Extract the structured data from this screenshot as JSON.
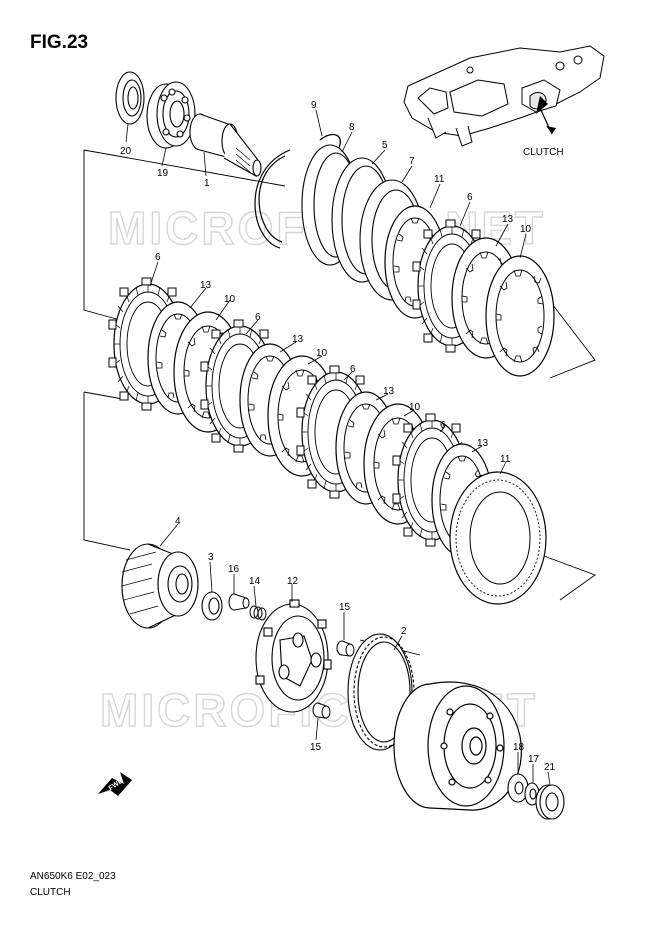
{
  "figure": {
    "title": "FIG.23",
    "model_code": "AN650K6 E02_023",
    "caption": "CLUTCH",
    "callout_label": "CLUTCH",
    "watermark": "MICROFICHE.NET",
    "fwd_label": "FWD"
  },
  "parts": [
    {
      "id": "1"
    },
    {
      "id": "2"
    },
    {
      "id": "3"
    },
    {
      "id": "4"
    },
    {
      "id": "5"
    },
    {
      "id": "6"
    },
    {
      "id": "7"
    },
    {
      "id": "8"
    },
    {
      "id": "9"
    },
    {
      "id": "10"
    },
    {
      "id": "11"
    },
    {
      "id": "12"
    },
    {
      "id": "13"
    },
    {
      "id": "14"
    },
    {
      "id": "15"
    },
    {
      "id": "16"
    },
    {
      "id": "17"
    },
    {
      "id": "18"
    },
    {
      "id": "19"
    },
    {
      "id": "20"
    },
    {
      "id": "21"
    }
  ],
  "labels": [
    {
      "text": "20"
    },
    {
      "text": "19"
    },
    {
      "text": "1"
    },
    {
      "text": "9"
    },
    {
      "text": "8"
    },
    {
      "text": "5"
    },
    {
      "text": "7"
    },
    {
      "text": "11"
    },
    {
      "text": "6"
    },
    {
      "text": "13"
    },
    {
      "text": "10"
    },
    {
      "text": "6"
    },
    {
      "text": "13"
    },
    {
      "text": "10"
    },
    {
      "text": "6"
    },
    {
      "text": "13"
    },
    {
      "text": "10"
    },
    {
      "text": "6"
    },
    {
      "text": "13"
    },
    {
      "text": "10"
    },
    {
      "text": "6"
    },
    {
      "text": "13"
    },
    {
      "text": "11"
    },
    {
      "text": "4"
    },
    {
      "text": "3"
    },
    {
      "text": "16"
    },
    {
      "text": "14"
    },
    {
      "text": "12"
    },
    {
      "text": "15"
    },
    {
      "text": "2"
    },
    {
      "text": "15"
    },
    {
      "text": "18"
    },
    {
      "text": "17"
    },
    {
      "text": "21"
    }
  ]
}
